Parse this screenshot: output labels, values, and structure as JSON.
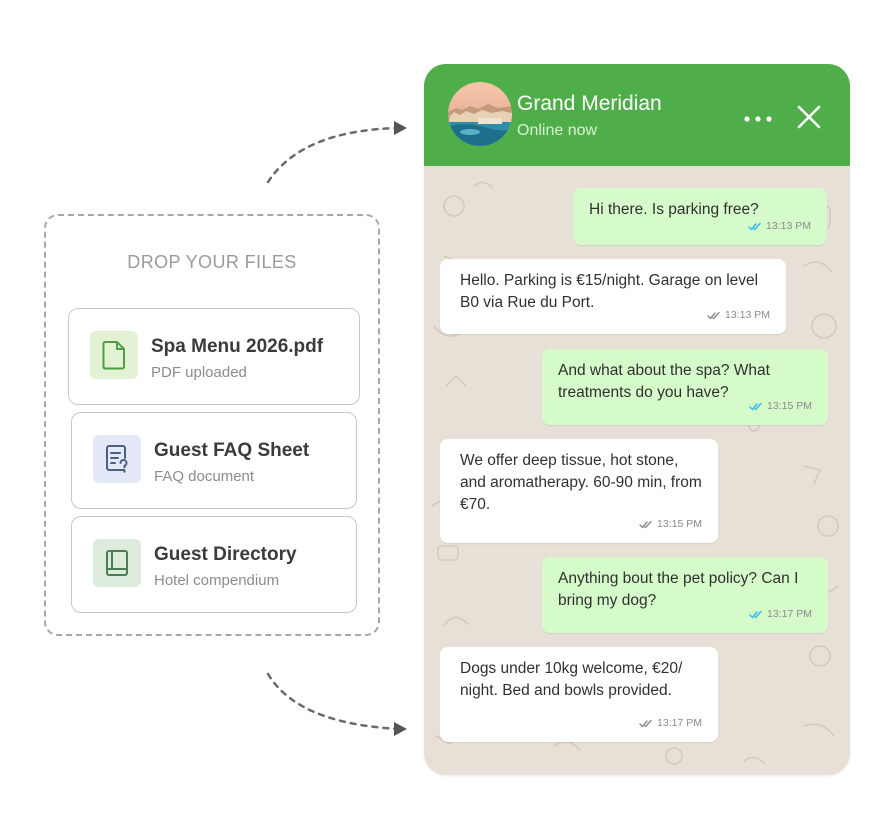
{
  "dropzone": {
    "title": "DROP YOUR FILES",
    "files": [
      {
        "name": "Spa Menu 2026.pdf",
        "subtitle": "PDF uploaded",
        "icon": "file-icon"
      },
      {
        "name": "Guest FAQ Sheet",
        "subtitle": "FAQ document",
        "icon": "faq-document-icon"
      },
      {
        "name": "Guest Directory",
        "subtitle": "Hotel compendium",
        "icon": "book-icon"
      }
    ]
  },
  "chat": {
    "contact_name": "Grand Meridian",
    "status": "Online now",
    "colors": {
      "header": "#4fae49",
      "outgoing_bubble": "#d6fbca",
      "incoming_bubble": "#ffffff",
      "read_tick": "#34b7f1"
    },
    "messages": [
      {
        "direction": "out",
        "text": "Hi there. Is parking free?",
        "time": "13:13 PM"
      },
      {
        "direction": "in",
        "text": "Hello. Parking is €15/night. Garage on level B0 via Rue du Port.",
        "time": "13:13 PM"
      },
      {
        "direction": "out",
        "text": "And what about the spa? What treatments do you have?",
        "time": "13:15 PM"
      },
      {
        "direction": "in",
        "text": "We offer deep tissue, hot stone, and aromatherapy. 60-90 min, from €70.",
        "time": "13:15 PM"
      },
      {
        "direction": "out",
        "text": "Anything bout the pet policy? Can I bring my dog?",
        "time": "13:17 PM"
      },
      {
        "direction": "in",
        "text": "Dogs under 10kg welcome, €20/ night. Bed and bowls provided.",
        "time": "13:17 PM"
      }
    ]
  }
}
